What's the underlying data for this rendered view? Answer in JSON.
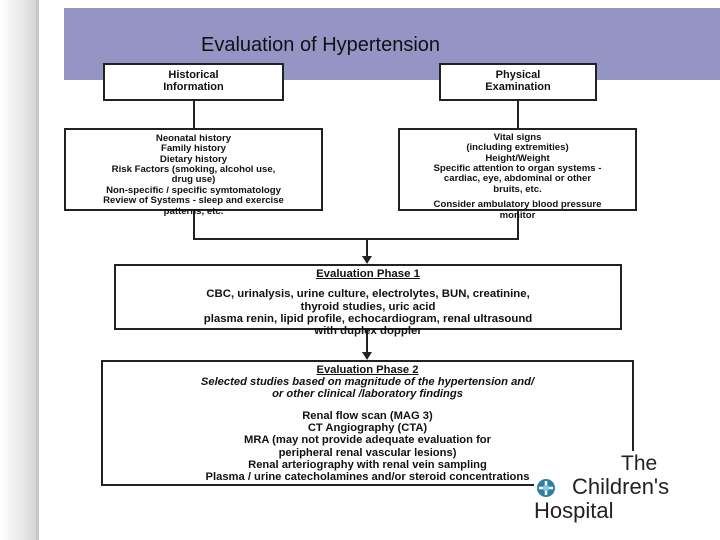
{
  "slide": {
    "title": "Evaluation of Hypertension"
  },
  "flowchart": {
    "historical": {
      "lines": [
        "Historical",
        "Information"
      ]
    },
    "physical": {
      "lines": [
        "Physical",
        "Examination"
      ]
    },
    "historical_detail": {
      "lines": [
        "Neonatal history",
        "Family history",
        "Dietary history",
        "Risk Factors (smoking, alcohol use,",
        "drug use)",
        "Non-specific / specific symtomatology",
        "Review of Systems - sleep and exercise",
        "patterns, etc."
      ]
    },
    "physical_detail": {
      "lines": [
        "Vital signs",
        "(including extremities)",
        "Height/Weight",
        "Specific attention to organ systems -",
        "cardiac, eye, abdominal or other",
        "bruits, etc."
      ],
      "extra": [
        "Consider ambulatory blood pressure",
        "monitor"
      ]
    },
    "phase1": {
      "heading": "Evaluation Phase 1",
      "lines": [
        "CBC, urinalysis, urine culture, electrolytes, BUN, creatinine,",
        "thyroid studies, uric acid",
        "plasma renin, lipid profile, echocardiogram, renal ultrasound",
        "with duplex doppler"
      ]
    },
    "phase2": {
      "heading": "Evaluation Phase 2",
      "subtitle": [
        "Selected studies based on magnitude of the hypertension and/",
        "or other clinical /laboratory findings"
      ],
      "lines": [
        "Renal flow scan (MAG 3)",
        "CT Angiography (CTA)",
        "MRA (may not provide adequate evaluation for",
        "peripheral renal vascular lesions)",
        "Renal arteriography with renal vein sampling",
        "Plasma / urine catecholamines and/or steroid concentrations"
      ]
    }
  },
  "logo": {
    "lines": [
      "The",
      "Children's",
      "Hospital"
    ]
  }
}
